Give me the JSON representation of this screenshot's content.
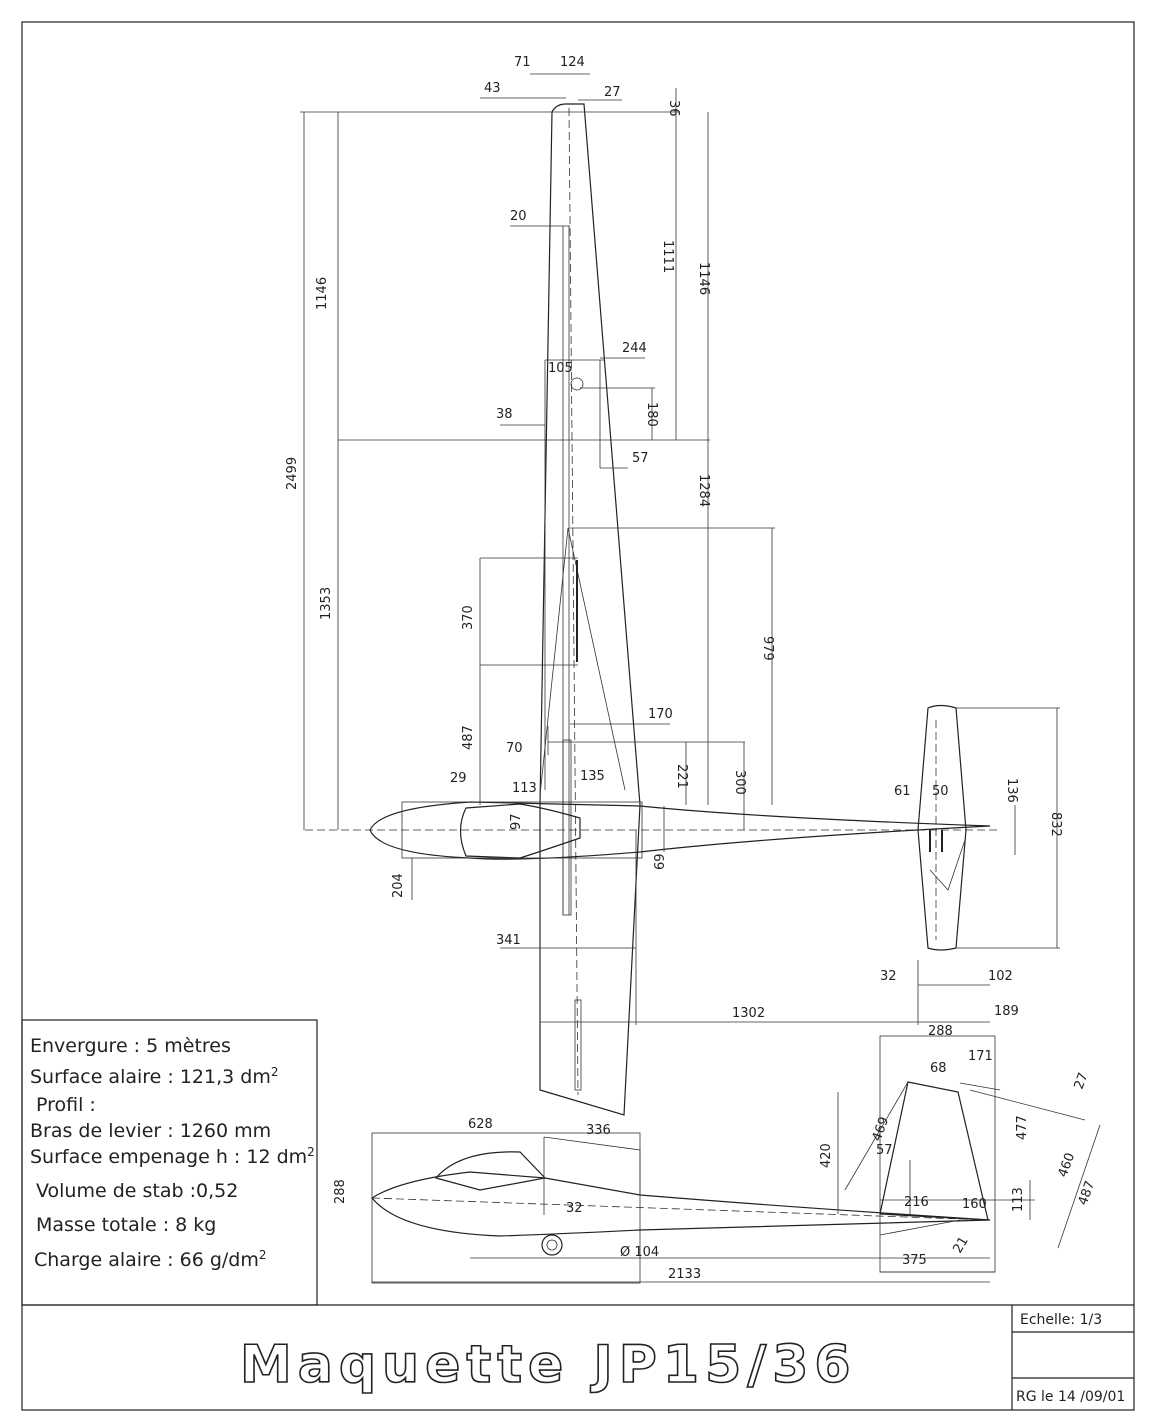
{
  "drawing": {
    "title": "Maquette   JP15/36",
    "scale": "Echelle: 1/3",
    "signature": "RG  le 14 /09/01"
  },
  "specs": {
    "envergure": "Envergure : 5 mètres",
    "surface_alaire": "Surface alaire : 121,3 dm",
    "surface_alaire_exp": "2",
    "profil": "Profil :",
    "bras_levier": "Bras de levier : 1260 mm",
    "surface_empenage": "Surface empenage h : 12 dm",
    "surface_empenage_exp": "2",
    "volume_stab": "Volume de stab :0,52",
    "masse_totale": "Masse totale : 8 kg",
    "charge_alaire": "Charge alaire : 66 g/dm",
    "charge_alaire_exp": "2"
  },
  "dimensions": {
    "d71": "71",
    "d124": "124",
    "d43": "43",
    "d27a": "27",
    "d36": "36",
    "d20": "20",
    "d1111": "1111",
    "d1146a": "1146",
    "d1146b": "1146",
    "d244": "244",
    "d105": "105",
    "d180": "180",
    "d38": "38",
    "d57a": "57",
    "d2499": "2499",
    "d1284": "1284",
    "d1353": "1353",
    "d370": "370",
    "d979": "979",
    "d487a": "487",
    "d170": "170",
    "d70": "70",
    "d221": "221",
    "d300": "300",
    "d29": "29",
    "d113a": "113",
    "d135": "135",
    "d97": "97",
    "d69": "69",
    "d204": "204",
    "d341": "341",
    "d61": "61",
    "d50": "50",
    "d136": "136",
    "d832": "832",
    "d32": "32",
    "d102": "102",
    "d1302": "1302",
    "d189": "189",
    "d288a": "288",
    "d171": "171",
    "d68": "68",
    "d27b": "27",
    "d469": "469",
    "d420": "420",
    "d57b": "57",
    "d477": "477",
    "d460": "460",
    "d487b": "487",
    "d216": "216",
    "d160": "160",
    "d113b": "113",
    "d21": "21",
    "d375": "375",
    "d628": "628",
    "d336": "336",
    "d288b": "288",
    "d32x32": "32",
    "dphi104": "Ø 104",
    "d2133": "2133"
  }
}
